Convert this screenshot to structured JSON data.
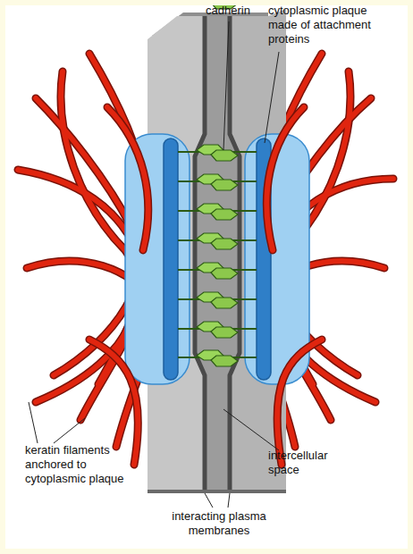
{
  "diagram": {
    "labels": [
      "cadherin",
      "cytoplasmic plaque made of attachment proteins",
      "keratin filaments anchored to cytoplasmic plaque",
      "intercellular space",
      "interacting plasma membranes"
    ]
  }
}
